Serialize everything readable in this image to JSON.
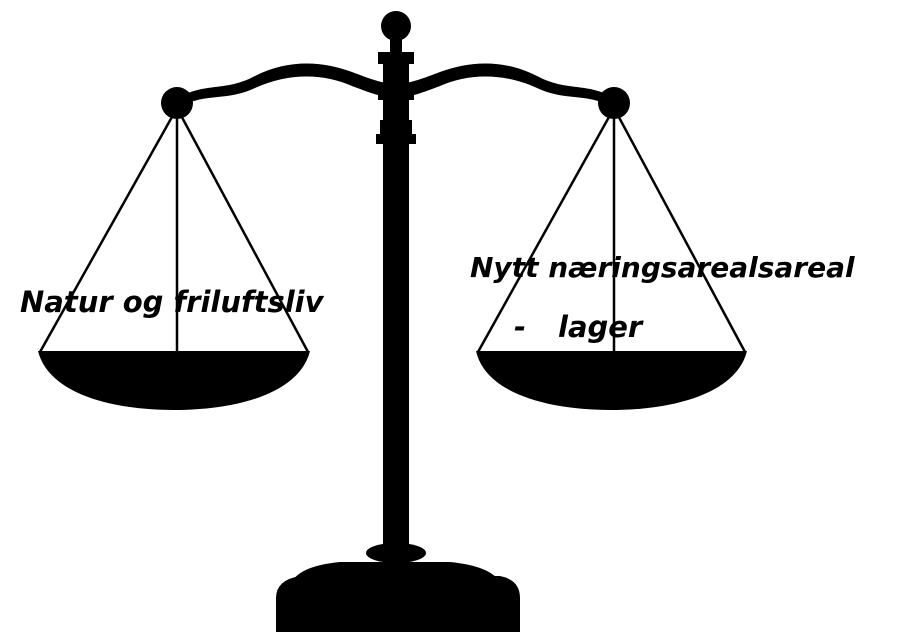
{
  "left_pan": {
    "label": "Natur og friluftsliv"
  },
  "right_pan": {
    "label_line1": "Nytt næringsarealsareal",
    "label_line2_dash": "-",
    "label_line2": "lager"
  },
  "colors": {
    "ink": "#000000",
    "background": "#ffffff"
  }
}
